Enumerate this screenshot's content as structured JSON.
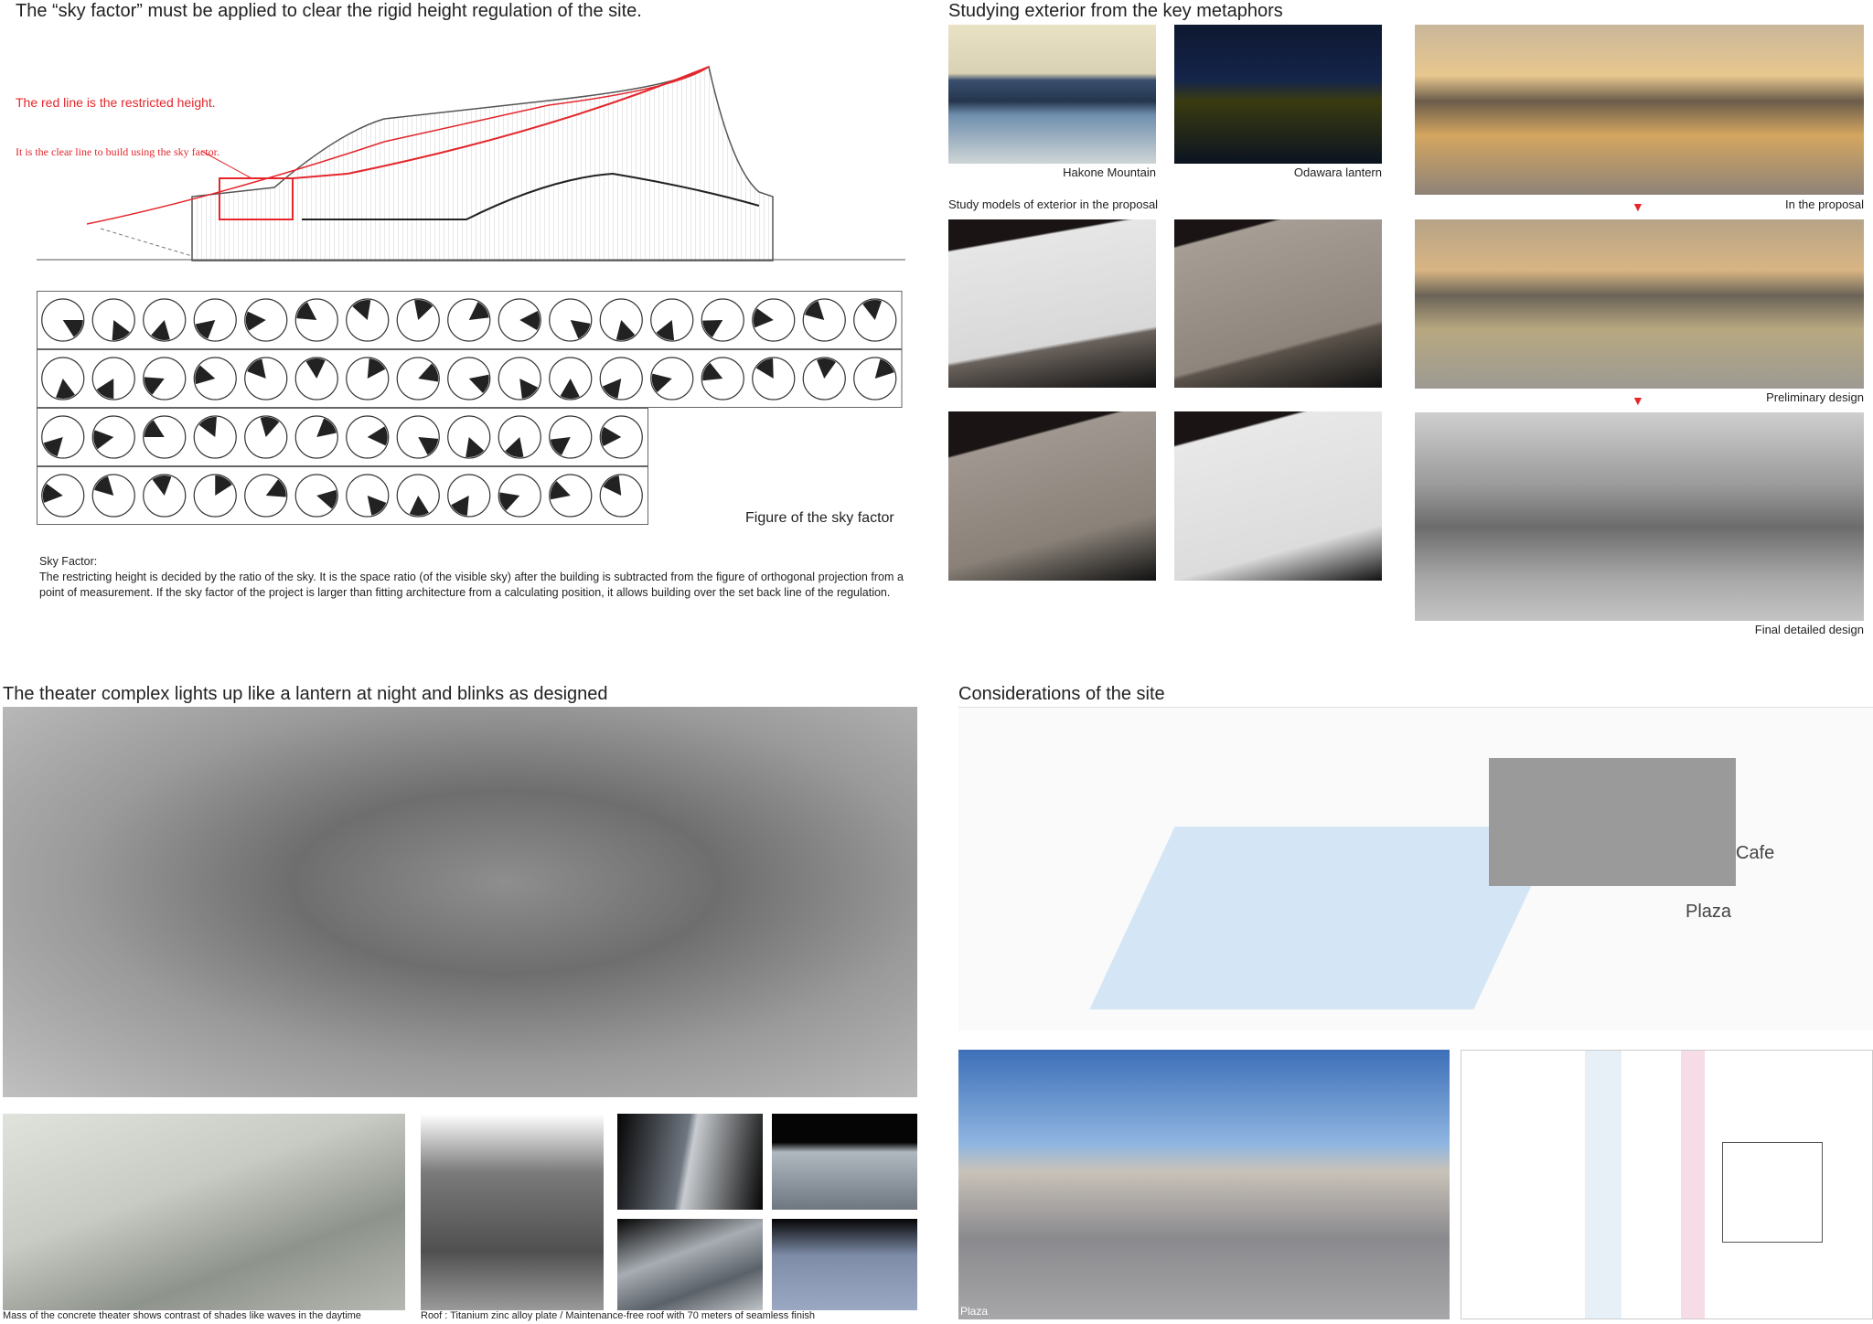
{
  "sky_section": {
    "title": "The “sky factor” must be applied to clear the rigid height regulation of the site.",
    "red_line_note": "The red line is the restricted height.",
    "clear_line_note": "It is the clear line to build using the sky factor.",
    "figure_caption": "Figure of the sky factor",
    "grid_rows": [
      17,
      17,
      12,
      12
    ],
    "definition_title": "Sky Factor:",
    "definition_text": "The restricting height is decided by the ratio of the sky. It is the space ratio (of the visible sky) after the building is subtracted from the figure of orthogonal projection from a point of measurement. If the sky factor of the project is larger than fitting architecture from a calculating position, it allows building over the set back line of the regulation."
  },
  "metaphors": {
    "title": "Studying exterior from the key metaphors",
    "hakone": "Hakone Mountain",
    "odawara": "Odawara lantern",
    "study_models": "Study models of exterior in the proposal",
    "stages": [
      "In the proposal",
      "Preliminary design",
      "Final detailed design"
    ],
    "accent": "#e4262c"
  },
  "lantern": {
    "title": "The theater complex lights up like a lantern at night and blinks as designed",
    "caption_mass": "Mass of the concrete theater shows contrast of shades like waves in the daytime",
    "caption_roof": "Roof : Titanium zinc alloy plate / Maintenance-free roof with 70 meters of seamless finish"
  },
  "site": {
    "title": "Considerations of the site",
    "cafe": "Cafe",
    "plaza_label": "Plaza",
    "plaza_render_label": "Plaza"
  }
}
